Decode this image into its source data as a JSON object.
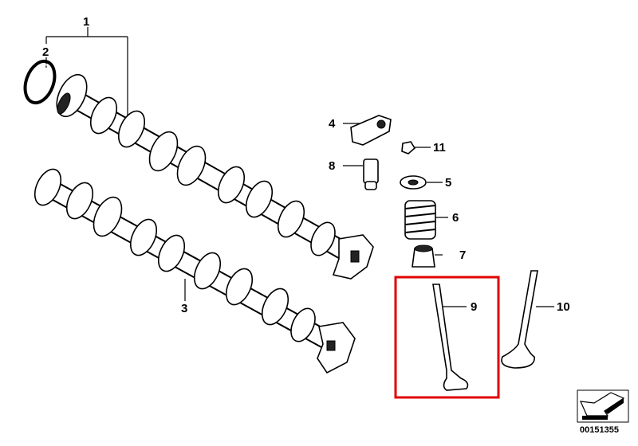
{
  "diagram": {
    "labels": {
      "p1": "1",
      "p2": "2",
      "p3": "3",
      "p4": "4",
      "p5": "5",
      "p6": "6",
      "p7": "7",
      "p8": "8",
      "p9": "9",
      "p10": "10",
      "p11": "11"
    },
    "highlight_color": "#e00000",
    "highlighted_part": "9",
    "diagram_code": "00151355"
  }
}
